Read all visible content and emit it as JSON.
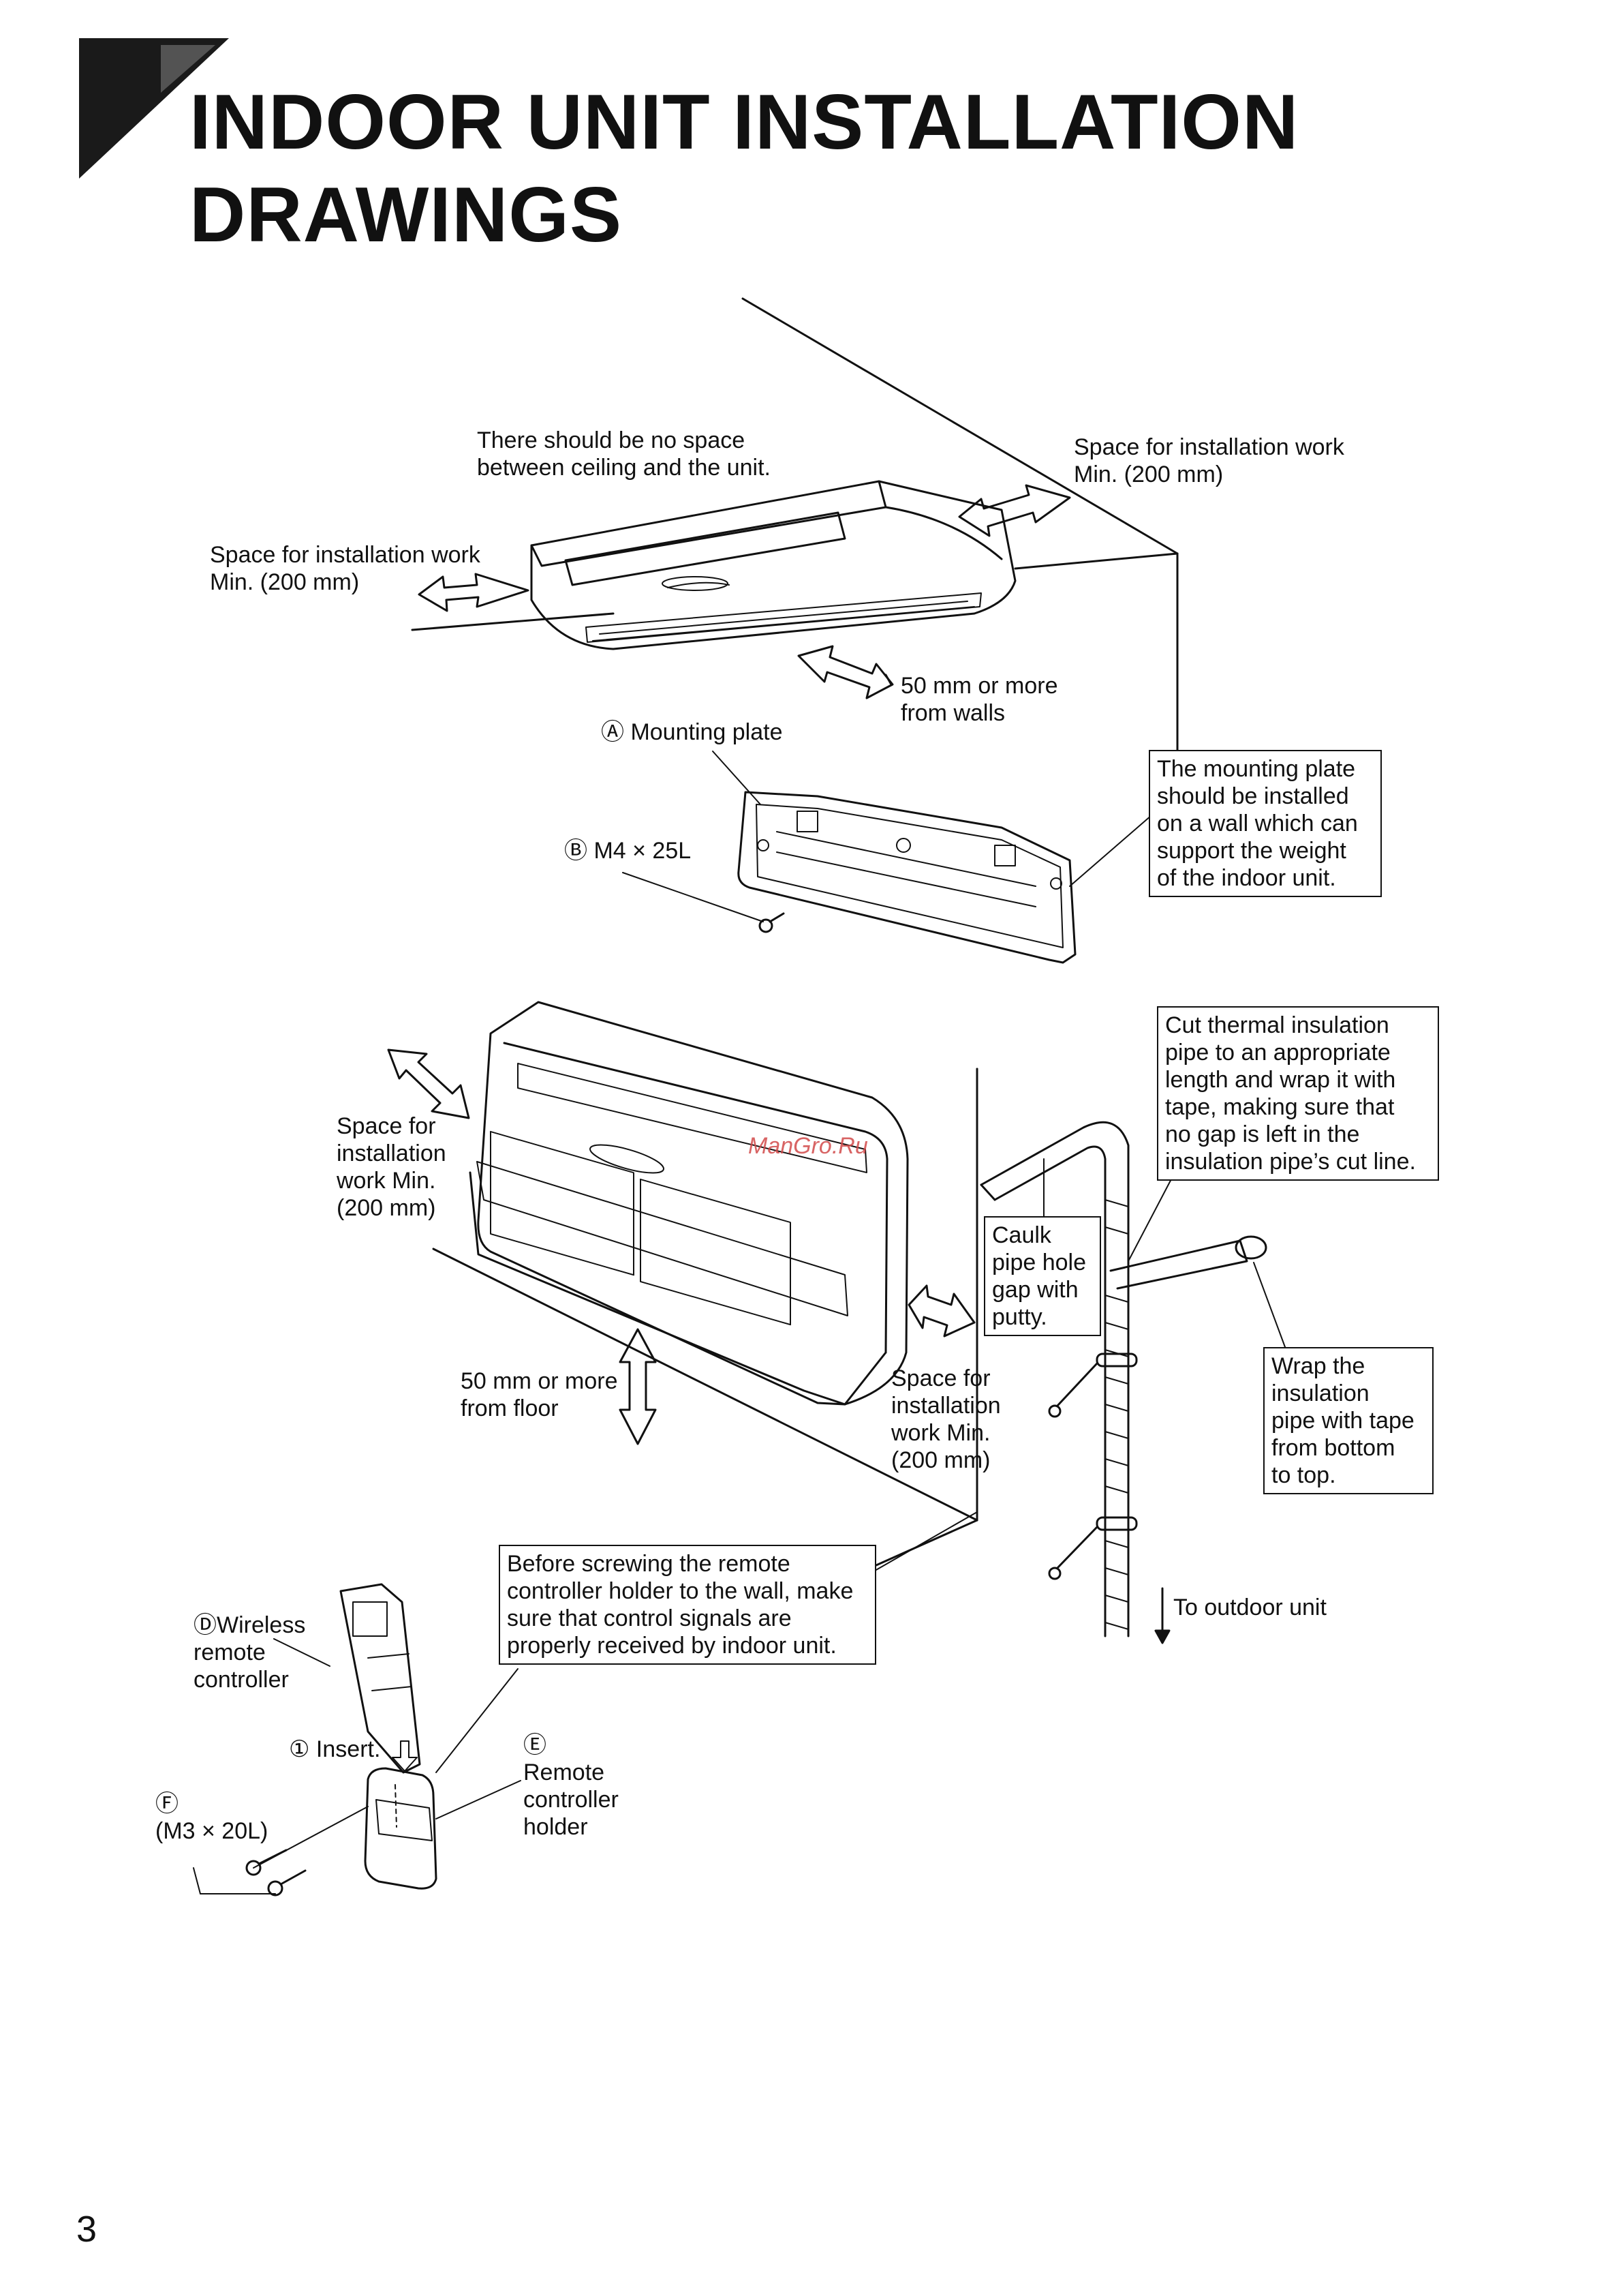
{
  "title": {
    "line1": "INDOOR UNIT INSTALLATION",
    "line2": "DRAWINGS"
  },
  "labels": {
    "no_space_ceiling": "There should be no space\nbetween ceiling and the unit.",
    "space_right_top": "Space for installation work\nMin. (200 mm)",
    "space_left_top": "Space for installation work\nMin. (200 mm)",
    "from_walls": "50 mm or more\nfrom walls",
    "mounting_plate": "Ⓐ Mounting plate",
    "m4_screw": "Ⓑ M4 × 25L",
    "space_left_floor": "Space for\ninstallation\nwork Min.\n(200 mm)",
    "from_floor": "50 mm or more\nfrom floor",
    "space_right_floor": "Space for\ninstallation\nwork Min.\n(200 mm)",
    "to_outdoor": "To outdoor unit",
    "wireless_remote": "ⒹWireless\nremote\ncontroller",
    "insert": "① Insert.",
    "m3_screw": "Ⓕ\n(M3 × 20L)",
    "remote_holder": "Ⓔ\nRemote\ncontroller\nholder"
  },
  "boxes": {
    "mounting_plate_note": "The mounting plate\nshould be installed\non a wall which can\nsupport the weight\nof the indoor unit.",
    "cut_insulation": "Cut thermal insulation\npipe to an appropriate\nlength and wrap it with\ntape, making sure that\nno gap is left in the\ninsulation pipe’s cut line.",
    "caulk": "Caulk\npipe hole\ngap with\nputty.",
    "wrap_pipe": "Wrap the\ninsulation\npipe with tape\nfrom bottom\nto top.",
    "remote_note": "Before screwing the remote\ncontroller holder to the wall, make\nsure that control signals are\nproperly received by indoor unit."
  },
  "watermark": "ManGro.Ru",
  "page_number": "3"
}
